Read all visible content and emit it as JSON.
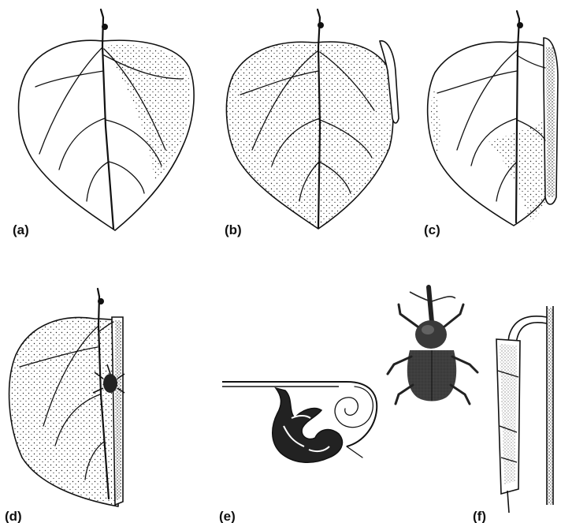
{
  "panels": [
    {
      "id": "a",
      "label": "(a)"
    },
    {
      "id": "b",
      "label": "(b)"
    },
    {
      "id": "c",
      "label": "(c)"
    },
    {
      "id": "d",
      "label": "(d)"
    },
    {
      "id": "e",
      "label": "(e)"
    },
    {
      "id": "f",
      "label": "(f)"
    }
  ],
  "colors": {
    "ink": "#111111",
    "paper": "#ffffff",
    "beetle_body": "#3a3a3a"
  }
}
